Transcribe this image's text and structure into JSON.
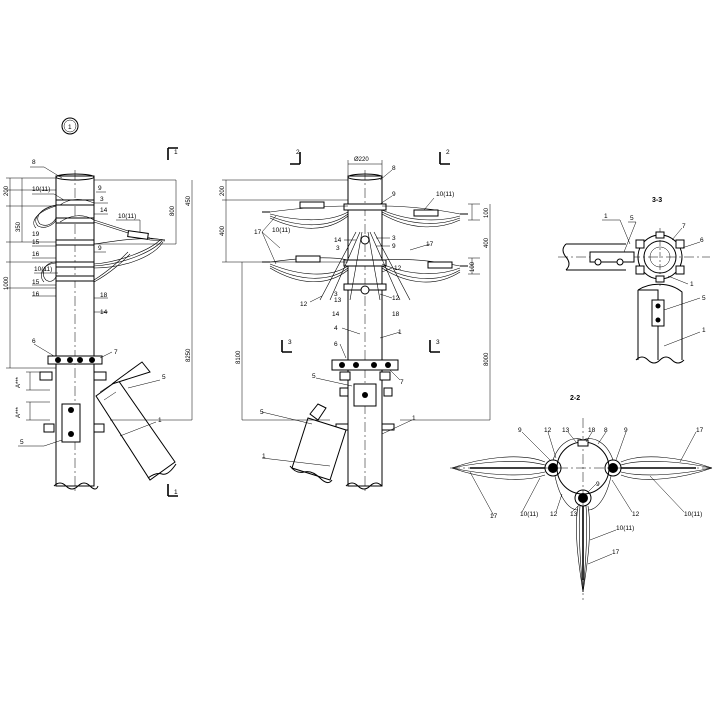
{
  "views": {
    "view1": {
      "marker": "1",
      "section_ref": "1"
    },
    "view2": {
      "section_ref_left": "2",
      "section_ref_right": "2",
      "section_ref3_left": "3",
      "section_ref3_right": "3",
      "diameter": "Ø220"
    },
    "section33": {
      "title": "3-3"
    },
    "section22": {
      "title": "2-2"
    }
  },
  "dims": {
    "v1": {
      "d200": "200",
      "d350": "350",
      "d1000": "1000",
      "d800": "800",
      "d450": "450",
      "d8250": "8250",
      "a1": "A***",
      "a2": "A***"
    },
    "v2": {
      "d200": "200",
      "d400": "400",
      "d100a": "100",
      "d100b": "100",
      "d400b": "400",
      "d8100": "8100",
      "d8000": "8000"
    }
  },
  "callouts": {
    "v1": [
      "8",
      "10(11)",
      "9",
      "3",
      "14",
      "19",
      "15",
      "16",
      "9",
      "10(11)",
      "10(11)",
      "15",
      "16",
      "18",
      "14",
      "6",
      "7",
      "5",
      "1",
      "5"
    ],
    "v2": [
      "8",
      "9",
      "10(11)",
      "17",
      "10(11)",
      "14",
      "3",
      "9",
      "3",
      "17",
      "12",
      "12",
      "13",
      "3",
      "12",
      "14",
      "18",
      "4",
      "1",
      "6",
      "7",
      "5",
      "5",
      "1",
      "1"
    ],
    "s33": [
      "1",
      "5",
      "7",
      "6",
      "1",
      "5",
      "1"
    ],
    "s22": [
      "9",
      "12",
      "13",
      "18",
      "8",
      "9",
      "17",
      "9",
      "17",
      "10(11)",
      "13",
      "12",
      "12",
      "10(11)",
      "10(11)",
      "17"
    ]
  }
}
